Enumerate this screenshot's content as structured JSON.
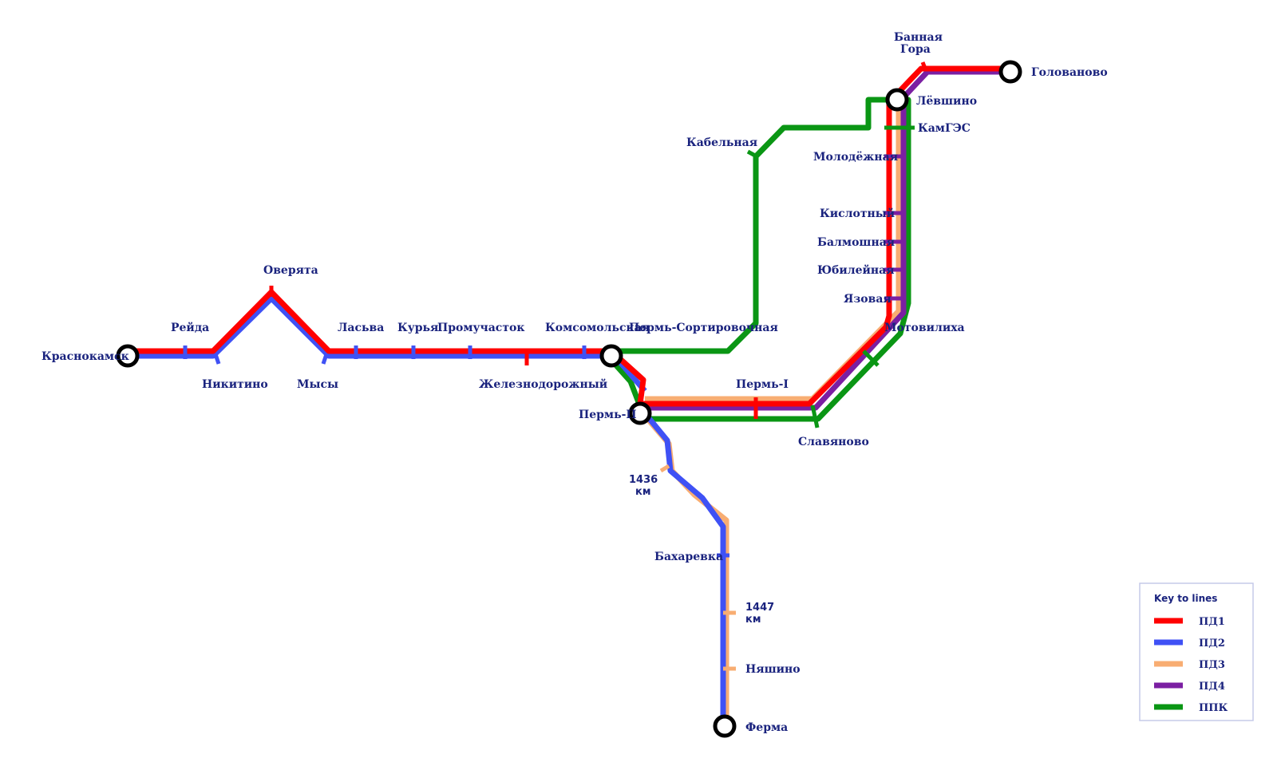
{
  "colors": {
    "pd1": "#ff0000",
    "pd2": "#3f51f5",
    "pd3": "#f8ad72",
    "pd4": "#7b1fa2",
    "ppk": "#0a9614",
    "text": "#1a237e"
  },
  "stations": {
    "krasnokamsk": "Краснокамск",
    "reyda": "Рейда",
    "nikitino": "Никитино",
    "overyata": "Оверята",
    "mysy": "Мысы",
    "lasva": "Ласьва",
    "kurya": "Курья",
    "promuchastok": "Промучасток",
    "zheleznodorozhny": "Железнодорожный",
    "komsomolskaya": "Комсомольская",
    "perm_sort": "Пермь-Сортировочная",
    "perm2": "Пермь-II",
    "perm1": "Пермь-I",
    "slavyanovo": "Славяново",
    "kabelnaya": "Кабельная",
    "banaya_gora_1": "Банная",
    "banaya_gora_2": "Гора",
    "golovanovo": "Голованово",
    "levshino": "Лёвшино",
    "kamges": "КамГЭС",
    "molodezhnaya": "Молодёжная",
    "kislotny": "Кислотный",
    "balmoshnaya": "Балмошная",
    "yubileynaya": "Юбилейная",
    "yazovaya": "Язовая",
    "motovilikha": "Мотовилиха",
    "km1436_1": "1436",
    "km1436_2": "км",
    "bakharevka": "Бахаревка",
    "km1447_1": "1447",
    "km1447_2": "км",
    "nyashino": "Няшино",
    "ferma": "Ферма"
  },
  "legend": {
    "title": "Key to lines",
    "items": [
      {
        "label": "ПД1",
        "color": "#ff0000"
      },
      {
        "label": "ПД2",
        "color": "#3f51f5"
      },
      {
        "label": "ПД3",
        "color": "#f8ad72"
      },
      {
        "label": "ПД4",
        "color": "#7b1fa2"
      },
      {
        "label": "ППК",
        "color": "#0a9614"
      }
    ]
  }
}
